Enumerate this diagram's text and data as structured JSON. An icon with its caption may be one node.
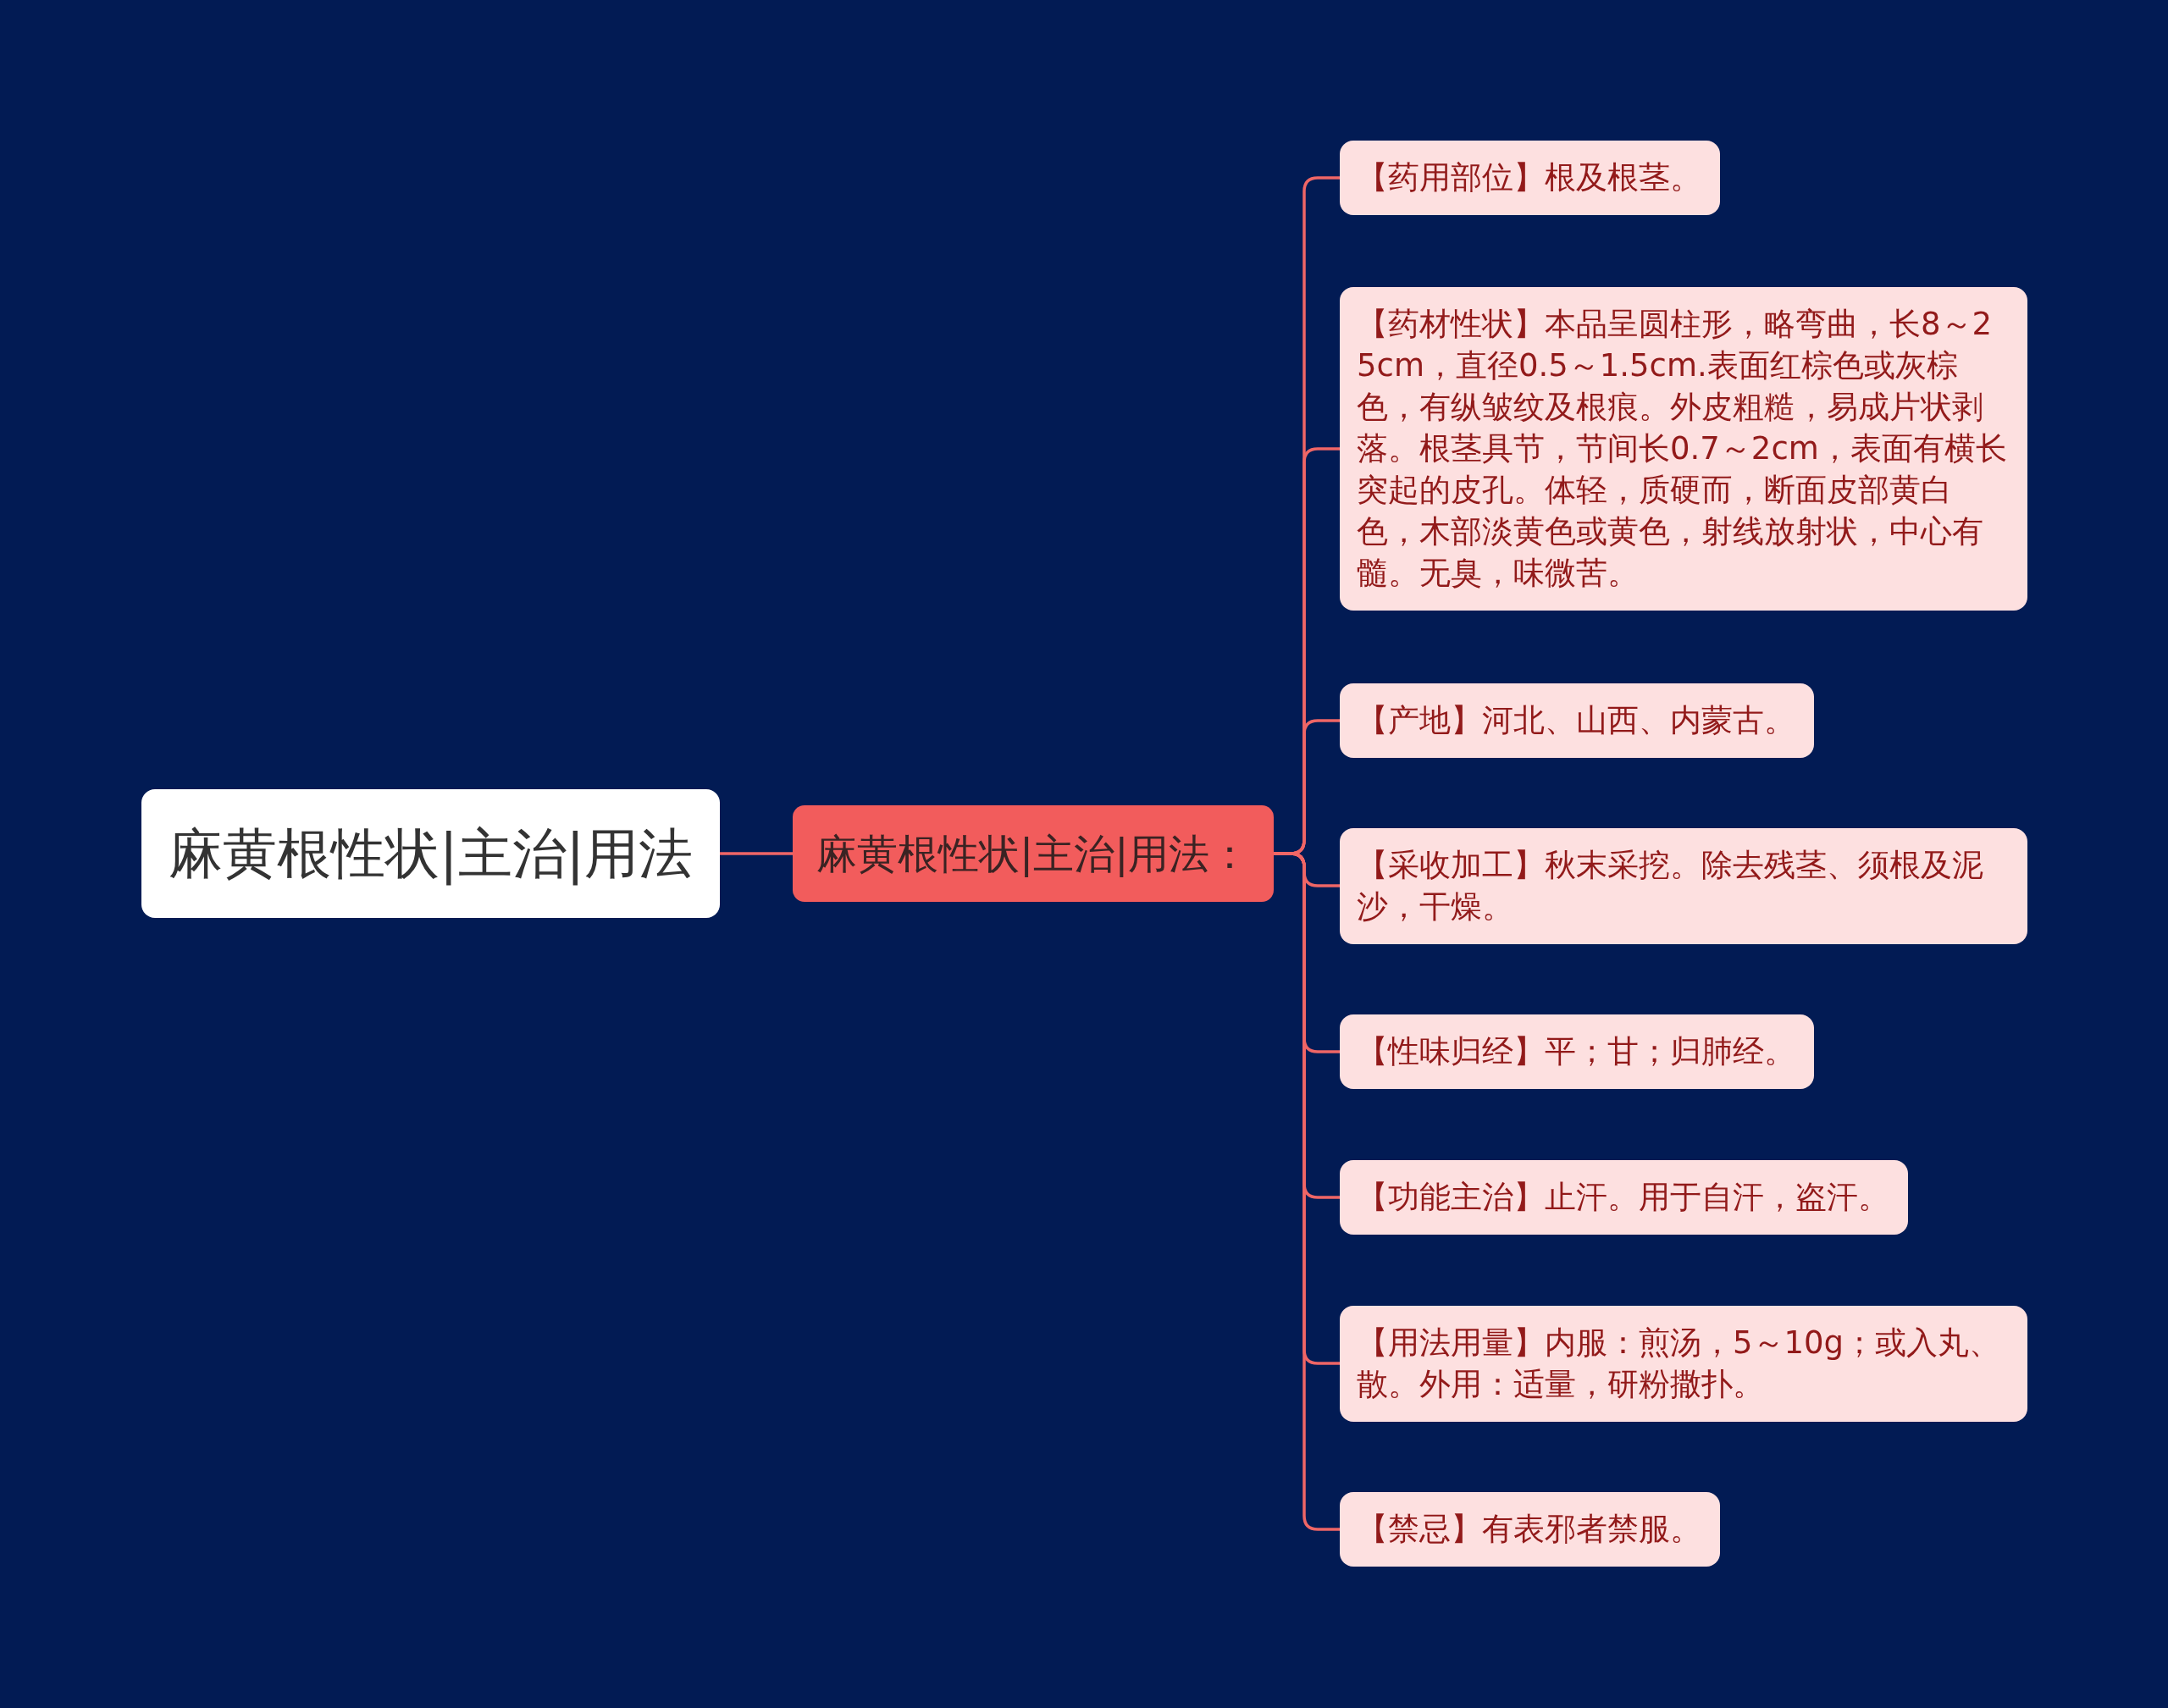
{
  "diagram": {
    "nodes": [
      {
        "text": [
          "麻黄根性状|主治|用法"
        ]
      },
      {
        "text": [
          "麻黄根性状|主治|用法："
        ]
      },
      {
        "text": [
          "【药用部位】根及根茎。"
        ]
      },
      {
        "text": [
          "【药材性状】本品呈圆柱形，略弯曲，长8～25cm，直径0.5～1.5cm.表面红棕色或灰棕色，有纵皱纹及根痕。外皮粗糙，易成片状剥落。根茎具节，节间长0.7～2cm，表面有横长突起的皮孔。体轻，质硬而，断面皮部黄白色，木部淡黄色或黄色，射线放射状，中心有髓。无臭，味微苦。"
        ]
      },
      {
        "text": [
          "【产地】河北、山西、内蒙古。"
        ]
      },
      {
        "text": [
          "【采收加工】秋末采挖。除去残茎、须根及泥沙，干燥。"
        ]
      },
      {
        "text": [
          "【性味归经】平；甘；归肺经。"
        ]
      },
      {
        "text": [
          "【功能主治】止汗。用于自汗，盗汗。"
        ]
      },
      {
        "text": [
          "【用法用量】内服：煎汤，5～10g；或入丸、散。外用：适量，研粉撒扑。"
        ]
      },
      {
        "text": [
          "【禁忌】有表邪者禁服。"
        ]
      }
    ],
    "edges": [
      {
        "from": 0,
        "to": 1,
        "arrow": "none"
      },
      {
        "from": 1,
        "to": 2,
        "arrow": "none"
      },
      {
        "from": 1,
        "to": 3,
        "arrow": "none"
      },
      {
        "from": 1,
        "to": 4,
        "arrow": "none"
      },
      {
        "from": 1,
        "to": 5,
        "arrow": "none"
      },
      {
        "from": 1,
        "to": 6,
        "arrow": "none"
      },
      {
        "from": 1,
        "to": 7,
        "arrow": "none"
      },
      {
        "from": 1,
        "to": 8,
        "arrow": "none"
      },
      {
        "from": 1,
        "to": 9,
        "arrow": "none"
      }
    ]
  }
}
